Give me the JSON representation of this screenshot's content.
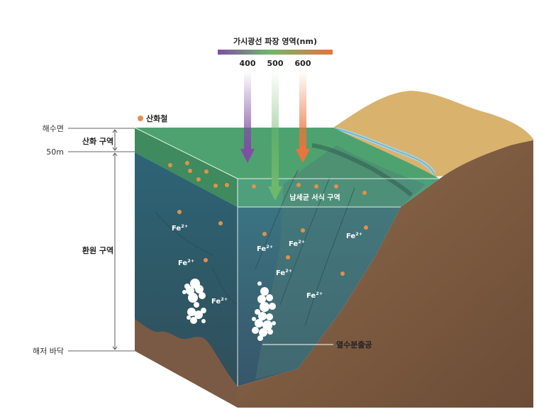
{
  "spectrum": {
    "title": "가시광선 파장 영역(nm)",
    "ticks": [
      "400",
      "500",
      "600"
    ],
    "colors": {
      "violet": "#7f4fa3",
      "green": "#6fb86b",
      "orange": "#e8743e"
    }
  },
  "legend": {
    "label": "산화철",
    "color": "#e0924a"
  },
  "left_scale": {
    "sea_surface": "해수면",
    "depth_50m": "50m",
    "seafloor": "해저 바닥",
    "oxidation_zone": "산화 구역",
    "reduction_zone": "환원 구역"
  },
  "zones": {
    "bacteria_habitat": "남세균 서식 구역"
  },
  "ions": {
    "base": "Fe",
    "charge": "2+"
  },
  "vent_label": "열수분출공",
  "colors": {
    "surface_water": "#4ea26f",
    "oxic_layer": "#3f8a5e",
    "deep_water": "#2f5f6b",
    "front_water": "#3d6e78",
    "rock": "#8a6447",
    "sand": "#d9b26e",
    "iron_oxide_dot": "#e0924a"
  }
}
